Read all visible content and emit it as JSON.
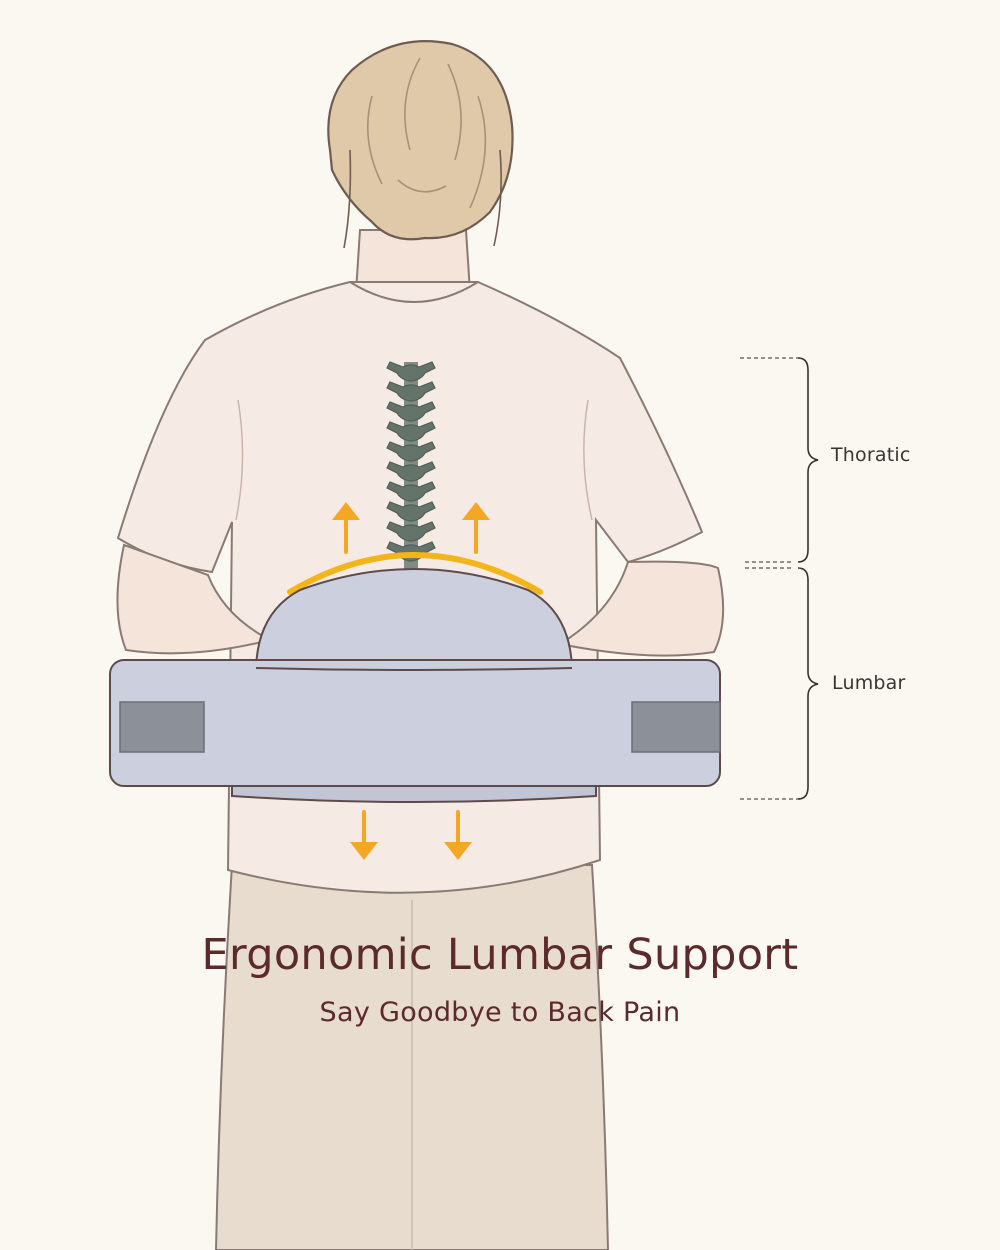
{
  "diagram": {
    "regions": {
      "thoratic": "Thoratic",
      "lumbar": "Lumbar"
    }
  },
  "headline": {
    "title": "Ergonomic Lumbar Support",
    "subtitle": "Say Goodbye to Back Pain"
  },
  "colors": {
    "background": "#FBF8F2",
    "heading": "#5C2A2C",
    "shirt": "#F6EBE4",
    "pants": "#E7DCCD",
    "hair": "#E0C9A8",
    "spine": "#65746A",
    "cushion": "#CCD0DE",
    "strap": "#8C9099",
    "arrow": "#F5A623",
    "support_arc": "#F3B51A"
  },
  "icons": {
    "up_arrows": "arrow-up-icon",
    "down_arrows": "arrow-down-icon",
    "brackets": "curly-bracket-icon"
  }
}
